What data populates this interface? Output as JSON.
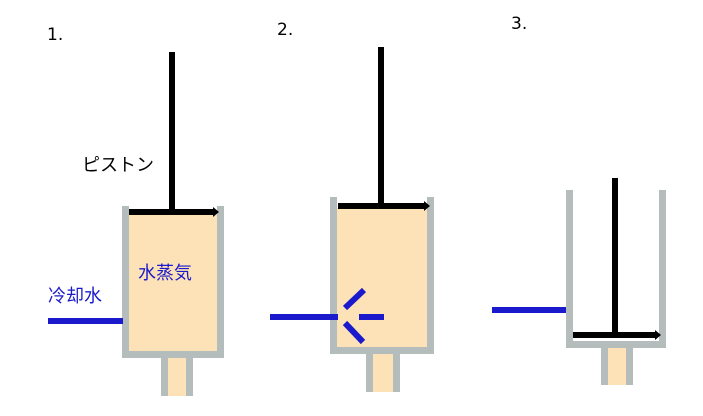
{
  "steps": [
    {
      "number": "1."
    },
    {
      "number": "2."
    },
    {
      "number": "3."
    }
  ],
  "labels": {
    "piston": "ピストン",
    "steam": "水蒸気",
    "cooling_water": "冷却水"
  },
  "colors": {
    "cylinder_wall": "#b4bcbc",
    "steam_fill": "#fde2b8",
    "piston": "#000000",
    "water": "#1a1acc",
    "text": "#000000",
    "label_blue": "#1a1acc"
  }
}
